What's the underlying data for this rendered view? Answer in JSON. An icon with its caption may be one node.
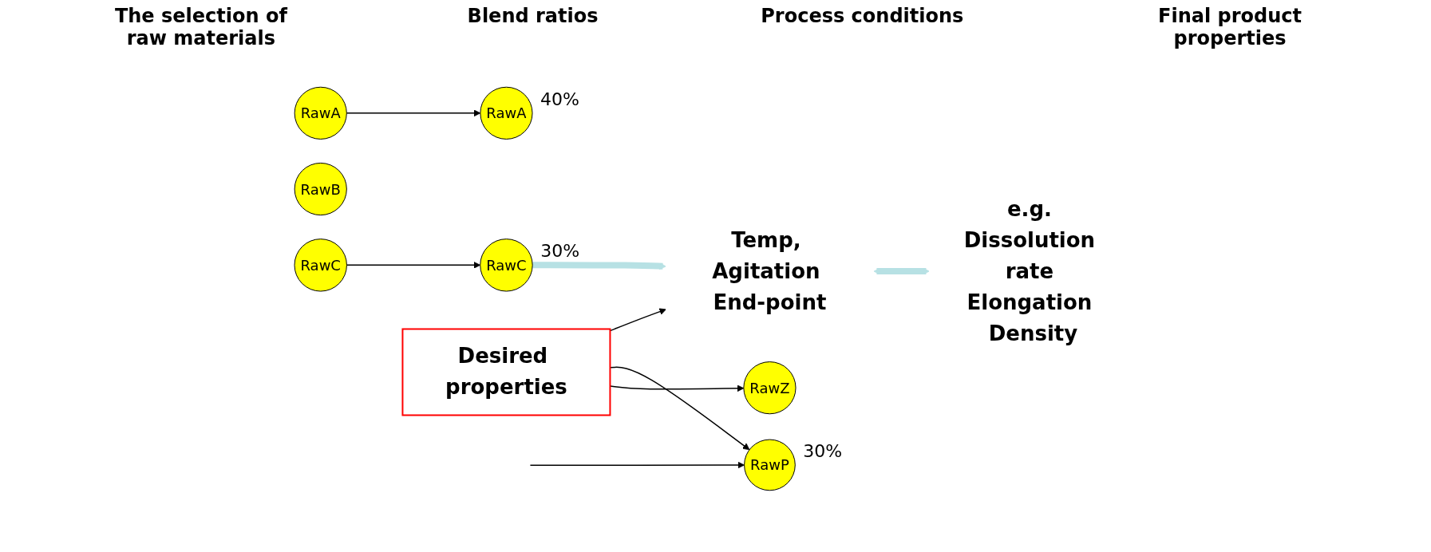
{
  "diagram": {
    "nodes": [
      {
        "text": [
          "RawA"
        ]
      },
      {
        "text": [
          "RawB"
        ]
      },
      {
        "text": [
          "RawC"
        ]
      },
      {
        "text": [
          "RawZ"
        ]
      },
      {
        "text": [
          "RawA"
        ],
        "beside": [
          "40%"
        ]
      },
      {
        "text": [
          "RawC"
        ],
        "beside": [
          "30%"
        ]
      },
      {
        "text": [
          "RawP"
        ],
        "beside": [
          "30%"
        ]
      },
      {
        "text": [
          "Temp, Agitation End-point"
        ]
      },
      {
        "text": [
          "e.g. Dissolution rate Elongation Density"
        ]
      },
      {
        "text": [
          "Desired properties"
        ]
      }
    ],
    "edges": [
      {
        "from": 0,
        "to": 4,
        "arrow": "to"
      },
      {
        "from": 2,
        "to": 5,
        "arrow": "to"
      },
      {
        "from": null,
        "to": 6,
        "arrow": "to"
      },
      {
        "from": 5,
        "to": 7,
        "arrow": "to",
        "style": "thick",
        "color": "#b7e1e4"
      },
      {
        "from": 7,
        "to": 8,
        "arrow": "both",
        "style": "thick",
        "color": "#b7e1e4"
      },
      {
        "from": 9,
        "to": 7,
        "arrow": "to"
      },
      {
        "from": 9,
        "to": 6,
        "arrow": "to"
      },
      {
        "from": 9,
        "to": 3,
        "arrow": "to"
      }
    ],
    "labels": [
      "The selection of raw materials",
      "Blend ratios",
      "Process conditions",
      "Final product properties"
    ]
  }
}
